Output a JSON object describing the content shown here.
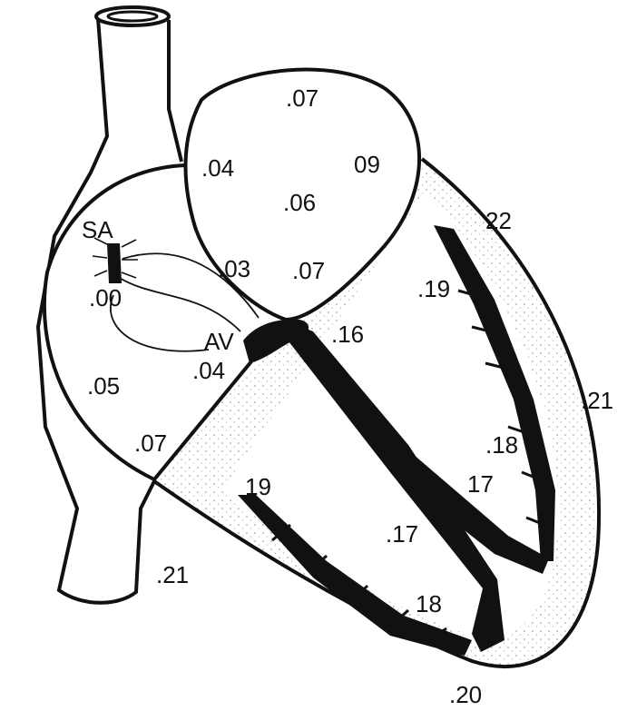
{
  "nodes": {
    "sa": "SA",
    "av": "AV"
  },
  "timings": {
    "sa_node": ".00",
    "right_atrium_mid": ".05",
    "right_atrium_low": ".07",
    "av_node": ".04",
    "atrial_sep_upper": ".03",
    "left_atrium_upper_left": ".04",
    "left_atrium_top": ".07",
    "left_atrium_center": ".06",
    "left_atrium_right": "09",
    "left_atrium_low": ".07",
    "bundle_his": ".16",
    "lv_top_branch": ".19",
    "lv_base": "22",
    "lv_lateral": ".21",
    "lv_mid_branch": ".18",
    "septum_right": "17",
    "septum_left": ".17",
    "rv_branch_top": "19",
    "rv_branch_low": "18",
    "rv_outer": ".21",
    "apex": ".20"
  }
}
